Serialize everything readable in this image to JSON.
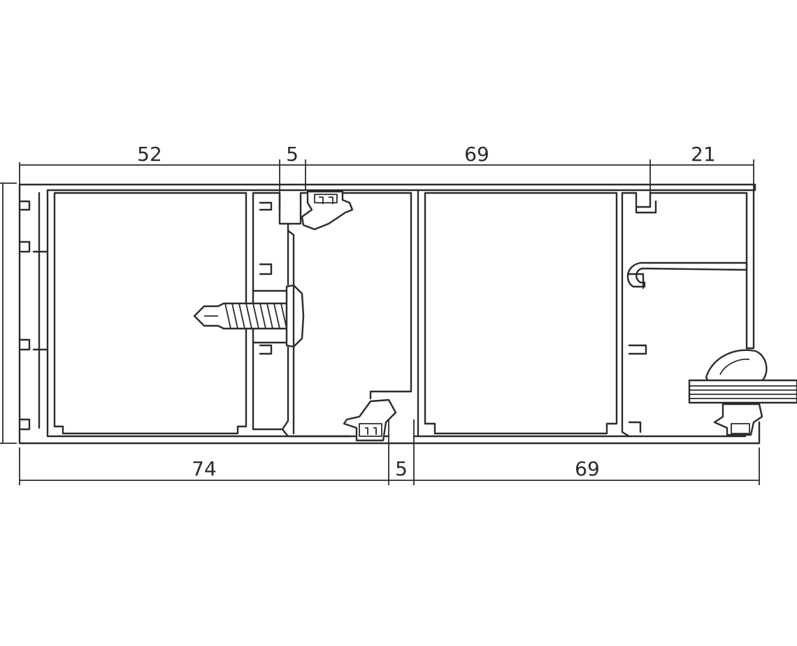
{
  "dimensions": {
    "top": [
      "52",
      "5",
      "69",
      "21"
    ],
    "bottom": [
      "74",
      "5",
      "69"
    ]
  }
}
